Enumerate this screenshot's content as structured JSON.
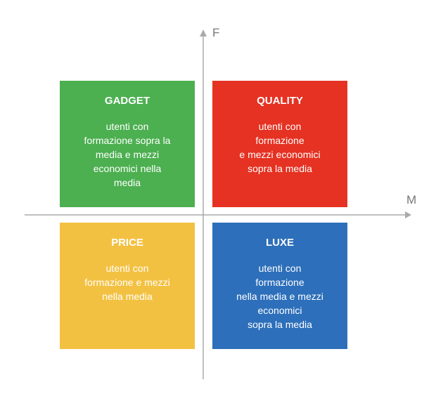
{
  "axes": {
    "y_label": "F",
    "x_label": "M"
  },
  "quadrants": [
    {
      "title": "GADGET",
      "desc": "utenti con\nformazione sopra la\nmedia e mezzi\neconomici nella\nmedia",
      "color": "#4caf50"
    },
    {
      "title": "QUALITY",
      "desc": "utenti con\nformazione\ne mezzi economici\nsopra la media",
      "color": "#e53222"
    },
    {
      "title": "PRICE",
      "desc": "utenti con\nformazione e mezzi\nnella media",
      "color": "#f3c142"
    },
    {
      "title": "LUXE",
      "desc": "utenti con\nformazione\nnella media e mezzi\neconomici\nsopra la media",
      "color": "#2d6fba"
    }
  ]
}
